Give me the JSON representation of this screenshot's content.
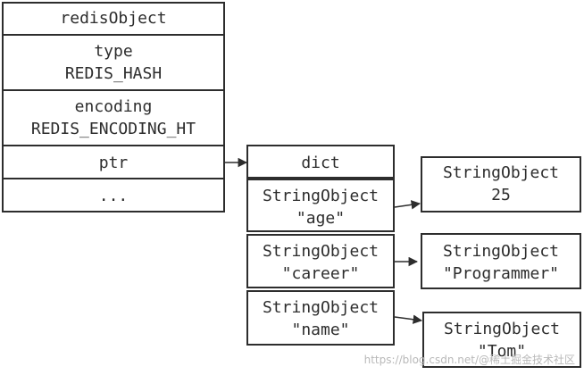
{
  "redis_object": {
    "title": "redisObject",
    "type_label": "type",
    "type_value": "REDIS_HASH",
    "encoding_label": "encoding",
    "encoding_value": "REDIS_ENCODING_HT",
    "ptr_label": "ptr",
    "ellipsis": "..."
  },
  "dict": {
    "title": "dict",
    "entries": [
      {
        "key_type": "StringObject",
        "key": "\"age\"",
        "value_type": "StringObject",
        "value": "25"
      },
      {
        "key_type": "StringObject",
        "key": "\"career\"",
        "value_type": "StringObject",
        "value": "\"Programmer\""
      },
      {
        "key_type": "StringObject",
        "key": "\"name\"",
        "value_type": "StringObject",
        "value": "\"Tom\""
      }
    ]
  },
  "watermark": "https://blog.csdn.net/@稀土掘金技术社区"
}
